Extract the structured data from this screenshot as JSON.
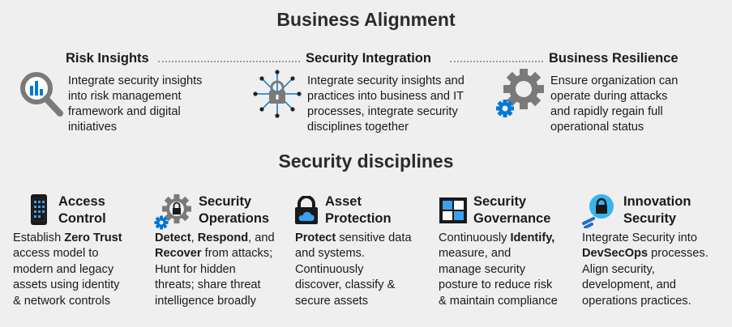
{
  "alignment": {
    "title": "Business Alignment",
    "sections": [
      {
        "title": "Risk Insights",
        "icon": "magnifier-chart-icon",
        "lines": [
          "Integrate security insights",
          "into risk management",
          "framework and digital",
          "initiatives"
        ]
      },
      {
        "title": "Security Integration",
        "icon": "network-lock-icon",
        "lines": [
          "Integrate security insights and",
          "practices into business and IT",
          "processes, integrate security",
          "disciplines together"
        ]
      },
      {
        "title": "Business Resilience",
        "icon": "gears-icon",
        "lines": [
          "Ensure organization can",
          "operate during attacks",
          "and rapidly regain full",
          "operational status"
        ]
      }
    ]
  },
  "disciplines": {
    "title": "Security disciplines",
    "items": [
      {
        "title_lines": [
          "Access",
          "Control"
        ],
        "icon": "mobile-device-icon",
        "lines": [
          [
            {
              "t": "Establish "
            },
            {
              "t": "Zero Trust",
              "b": true
            }
          ],
          [
            {
              "t": "access model to"
            }
          ],
          [
            {
              "t": "modern and legacy"
            }
          ],
          [
            {
              "t": "assets using identity"
            }
          ],
          [
            {
              "t": "& network controls"
            }
          ]
        ]
      },
      {
        "title_lines": [
          "Security",
          "Operations"
        ],
        "icon": "gear-lock-icon",
        "lines": [
          [
            {
              "t": "Detect",
              "b": true
            },
            {
              "t": ", "
            },
            {
              "t": "Respond",
              "b": true
            },
            {
              "t": ", and"
            }
          ],
          [
            {
              "t": "Recover",
              "b": true
            },
            {
              "t": " from attacks;"
            }
          ],
          [
            {
              "t": "Hunt for hidden"
            }
          ],
          [
            {
              "t": "threats; share threat"
            }
          ],
          [
            {
              "t": "intelligence broadly"
            }
          ]
        ]
      },
      {
        "title_lines": [
          "Asset",
          "Protection"
        ],
        "icon": "padlock-cloud-icon",
        "lines": [
          [
            {
              "t": "Protect",
              "b": true
            },
            {
              "t": " sensitive data"
            }
          ],
          [
            {
              "t": "and systems."
            }
          ],
          [
            {
              "t": "Continuously"
            }
          ],
          [
            {
              "t": "discover, classify &"
            }
          ],
          [
            {
              "t": "secure assets"
            }
          ]
        ]
      },
      {
        "title_lines": [
          "Security",
          "Governance"
        ],
        "icon": "dashboard-grid-icon",
        "lines": [
          [
            {
              "t": "Continuously "
            },
            {
              "t": "Identify,",
              "b": true
            }
          ],
          [
            {
              "t": "measure, and"
            }
          ],
          [
            {
              "t": "manage security"
            }
          ],
          [
            {
              "t": "posture to reduce risk"
            }
          ],
          [
            {
              "t": "& maintain compliance"
            }
          ]
        ]
      },
      {
        "title_lines": [
          "Innovation",
          "Security"
        ],
        "icon": "lock-circle-icon",
        "lines": [
          [
            {
              "t": "Integrate Security into"
            }
          ],
          [
            {
              "t": "DevSecOps",
              "b": true
            },
            {
              "t": " processes."
            }
          ],
          [
            {
              "t": "Align security,"
            }
          ],
          [
            {
              "t": "development, and"
            }
          ],
          [
            {
              "t": "operations practices."
            }
          ]
        ]
      }
    ]
  },
  "colors": {
    "accent_blue": "#0078d4",
    "icon_gray": "#7a7a7a",
    "dark": "#1a1a1a"
  }
}
